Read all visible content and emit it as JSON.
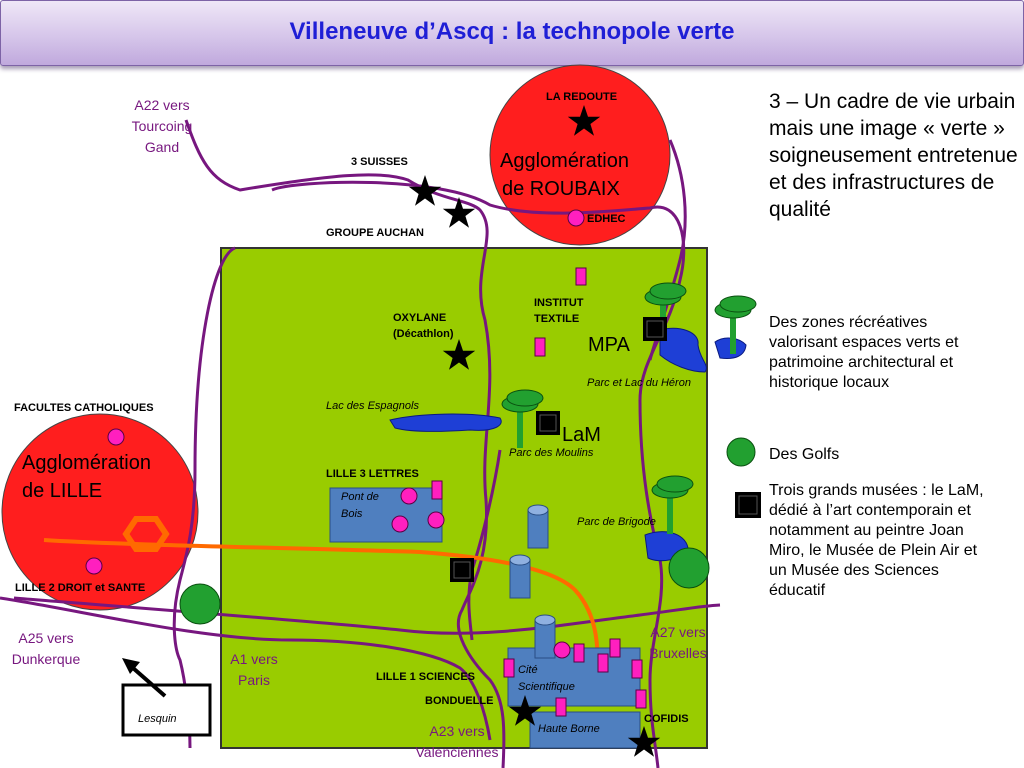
{
  "title": "Villeneuve d’Ascq : la technopole verte",
  "colors": {
    "territory": "#99cc00",
    "city": "#ff1e1e",
    "road_purple": "#77177f",
    "metro_orange": "#ff6a00",
    "lake": "#1e3fd6",
    "pink": "#ff1fbf",
    "building": "#4f7fbf",
    "golf": "#22a030",
    "title": "#1f1fd6"
  },
  "labels": {
    "a22": [
      "A22 vers",
      "Tourcoing",
      "Gand"
    ],
    "three_suisses": "3 SUISSES",
    "groupe_auchan": "GROUPE AUCHAN",
    "la_redoute": "LA REDOUTE",
    "roubaix": [
      "Agglomération",
      "de ROUBAIX"
    ],
    "edhec": "EDHEC",
    "institut": [
      "INSTITUT",
      "TEXTILE"
    ],
    "oxylane": [
      "OXYLANE",
      "(Décathlon)"
    ],
    "mpa": "MPA",
    "parc_heron": "Parc et Lac du Héron",
    "lac_espagnols": "Lac des Espagnols",
    "lam": "LaM",
    "parc_moulins": "Parc des Moulins",
    "facultes": "FACULTES CATHOLIQUES",
    "lille": [
      "Agglomération",
      "de LILLE"
    ],
    "lille3": "LILLE 3 LETTRES",
    "pont_de_bois": [
      "Pont de",
      "Bois"
    ],
    "parc_brigode": "Parc de Brigode",
    "lille2": "LILLE 2 DROIT et SANTE",
    "a25": [
      "A25 vers",
      "Dunkerque"
    ],
    "a1": [
      "A1 vers",
      "Paris"
    ],
    "a27": [
      "A27 vers",
      "Bruxelles"
    ],
    "lille1": "LILLE 1 SCIENCES",
    "cite": [
      "Cité",
      "Scientifique"
    ],
    "bonduelle": "BONDUELLE",
    "cofidis": "COFIDIS",
    "haute_borne": "Haute Borne",
    "a23": [
      "A23 vers",
      "Valenciennes"
    ],
    "lesquin": "Lesquin"
  },
  "legend": {
    "heading": "3 – Un cadre de vie urbain mais une image « verte » soigneusement entretenue  et des infrastructures de qualité",
    "zones": "Des zones récréatives valorisant espaces verts et patrimoine architectural et historique locaux",
    "golfs": "Des Golfs",
    "museums": "Trois grands musées : le LaM, dédié à l’art contemporain et notamment au peintre Joan Miro, le Musée de Plein Air et un Musée des Sciences éducatif"
  }
}
